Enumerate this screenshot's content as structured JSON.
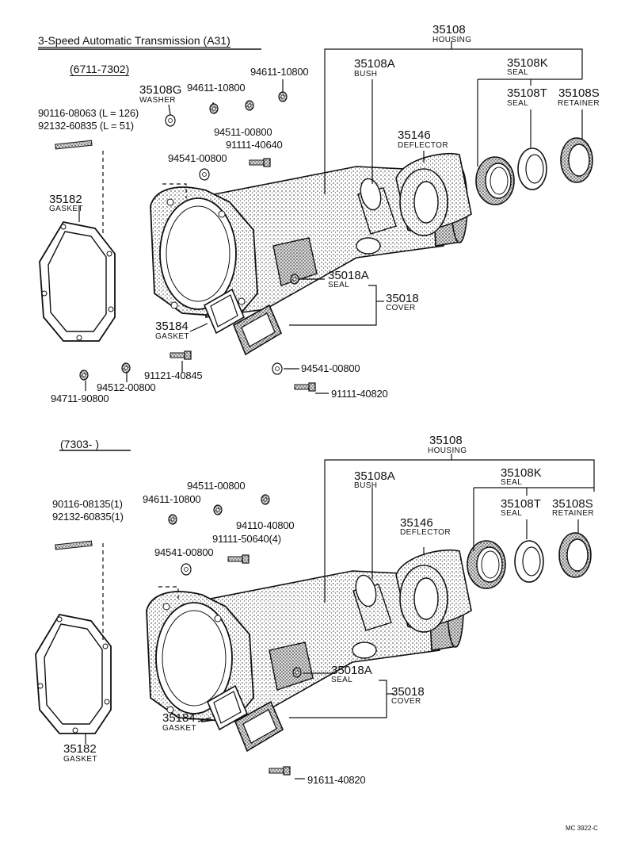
{
  "title": "3-Speed Automatic Transmission (A31)",
  "sections": [
    {
      "range": "(6711-7302)",
      "labels": {
        "housing_no": "35108",
        "housing_name": "HOUSING",
        "bush_no": "35108A",
        "bush_name": "BUSH",
        "seal_k_no": "35108K",
        "seal_k_name": "SEAL",
        "seal_t_no": "35108T",
        "seal_t_name": "SEAL",
        "retainer_no": "35108S",
        "retainer_name": "RETAINER",
        "deflector_no": "35146",
        "deflector_name": "DEFLECTOR",
        "washer_no": "35108G",
        "washer_name": "WASHER",
        "stud_a": "90116-08063 (L = 126)",
        "stud_b": "92132-60835 (L = 51)",
        "nut_a": "94611-10800",
        "nut_b": "94611-10800",
        "lockwasher": "94511-00800",
        "bolt_a": "91111-40640",
        "washer_b": "94541-00800",
        "gasket_no": "35182",
        "gasket_name": "GASKET",
        "cover_seal_no": "35018A",
        "cover_seal_name": "SEAL",
        "cover_no": "35018",
        "cover_name": "COVER",
        "cover_gasket_no": "35184",
        "cover_gasket_name": "GASKET",
        "bolt_b": "91121-40845",
        "washer_c": "94512-00800",
        "nut_c": "94711-90800",
        "washer_d": "94541-00800",
        "bolt_c": "91111-40820"
      }
    },
    {
      "range": "(7303-        )",
      "labels": {
        "housing_no": "35108",
        "housing_name": "HOUSING",
        "bush_no": "35108A",
        "bush_name": "BUSH",
        "seal_k_no": "35108K",
        "seal_k_name": "SEAL",
        "seal_t_no": "35108T",
        "seal_t_name": "SEAL",
        "retainer_no": "35108S",
        "retainer_name": "RETAINER",
        "deflector_no": "35146",
        "deflector_name": "DEFLECTOR",
        "lockwasher": "94511-00800",
        "nut_a": "94611-10800",
        "stud_a": "90116-08135(1)",
        "stud_b": "92132-60835(1)",
        "nut_b": "94110-40800",
        "bolt_a": "91111-50640(4)",
        "washer_b": "94541-00800",
        "cover_seal_no": "35018A",
        "cover_seal_name": "SEAL",
        "cover_no": "35018",
        "cover_name": "COVER",
        "cover_gasket_no": "35184",
        "cover_gasket_name": "GASKET",
        "gasket_no": "35182",
        "gasket_name": "GASKET",
        "bolt_c": "91611-40820"
      }
    }
  ],
  "reference": "MC 3922-C"
}
